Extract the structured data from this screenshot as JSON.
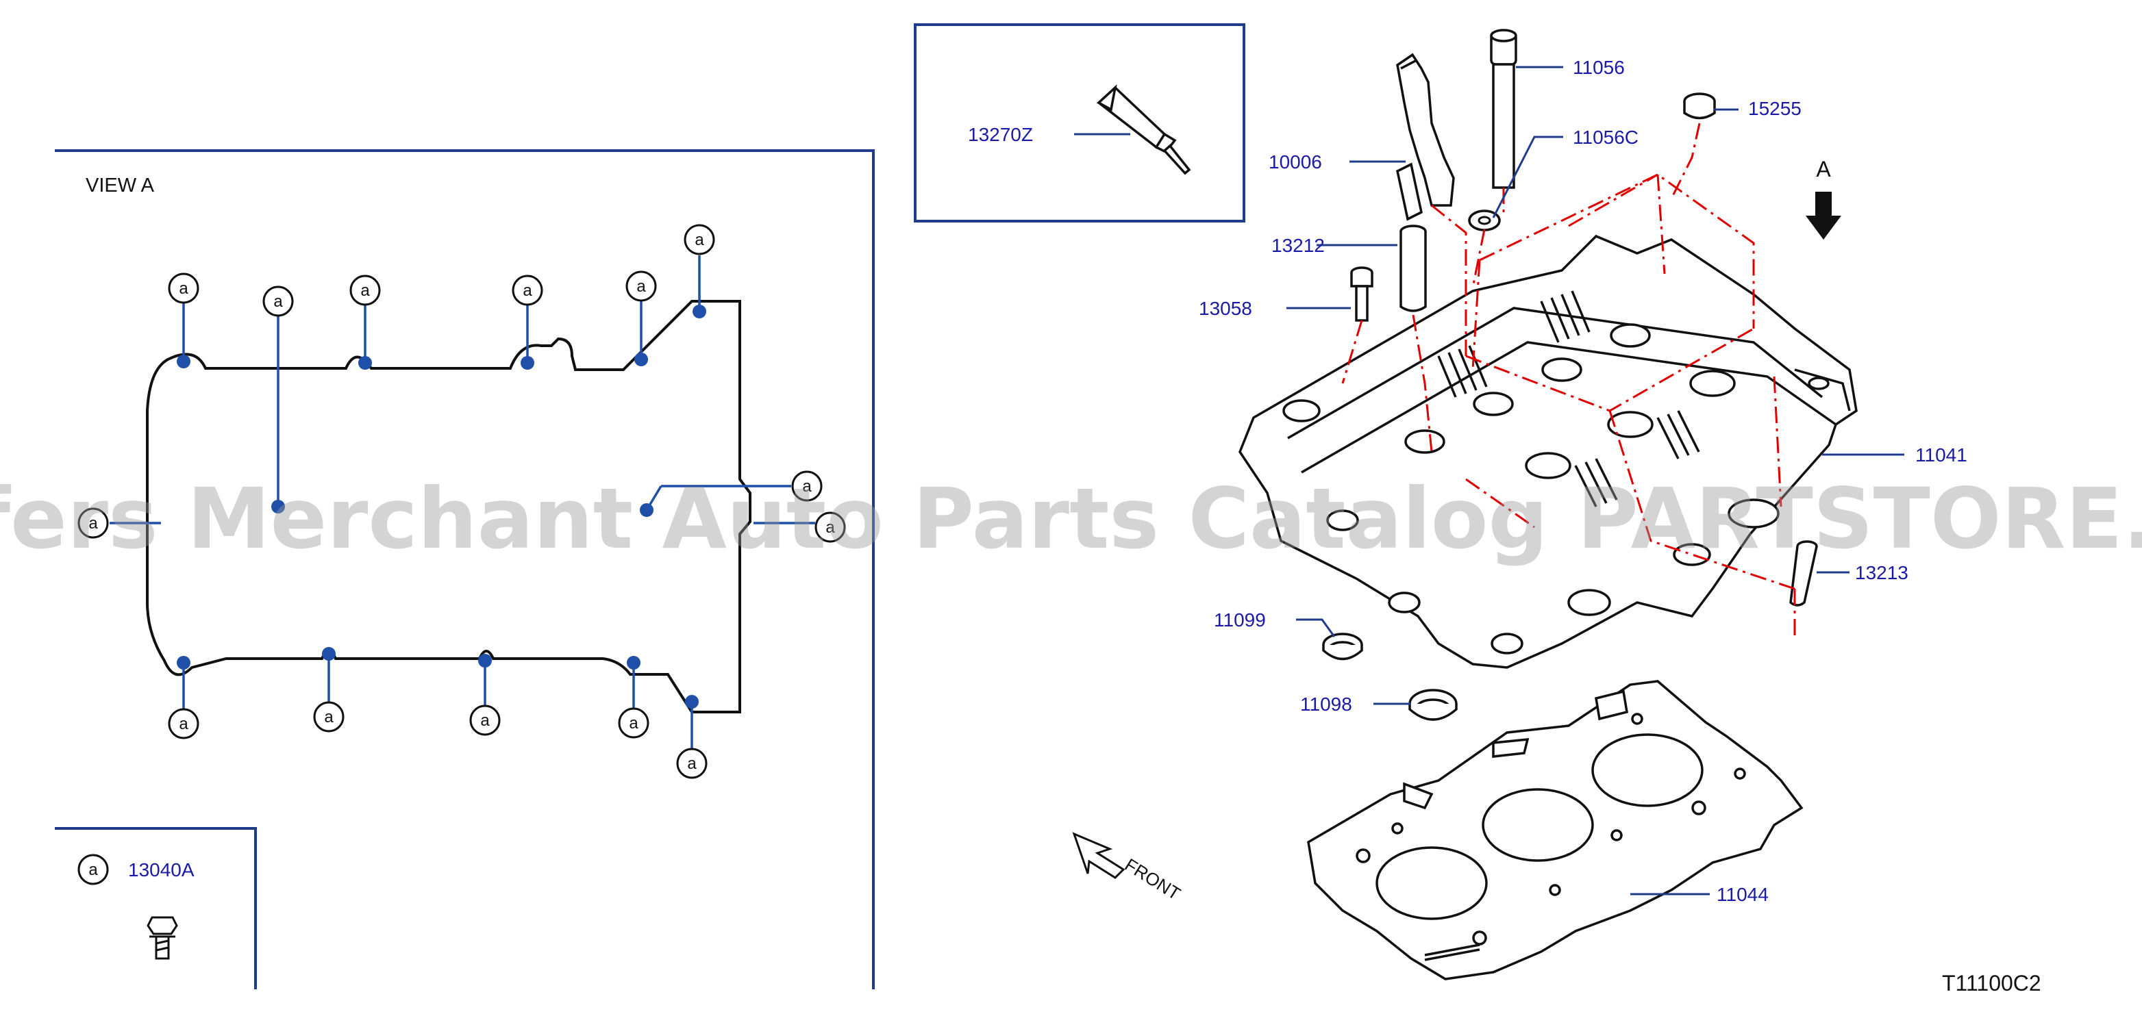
{
  "view_label": "VIEW   A",
  "bolt_symbol": "a",
  "bolt_callout": "13040A",
  "kit_callout": "13270Z",
  "arrow_label": "A",
  "front_label": "FRONT",
  "watermark": "Offers Merchant Auto Parts Catalog PARTSTORE.SA",
  "diagram_code": "T11100C2",
  "parts": {
    "p11056": "11056",
    "p11056C": "11056C",
    "p15255": "15255",
    "p10006": "10006",
    "p13212": "13212",
    "p13058": "13058",
    "p11041": "11041",
    "p13213": "13213",
    "p11099": "11099",
    "p11098": "11098",
    "p11044": "11044"
  },
  "colors": {
    "callout": "#1a1aa8",
    "panel_border": "#1f3c8c",
    "bolt_point": "#1f4fa8",
    "dash_chain": "#e00000",
    "line": "#111111"
  }
}
